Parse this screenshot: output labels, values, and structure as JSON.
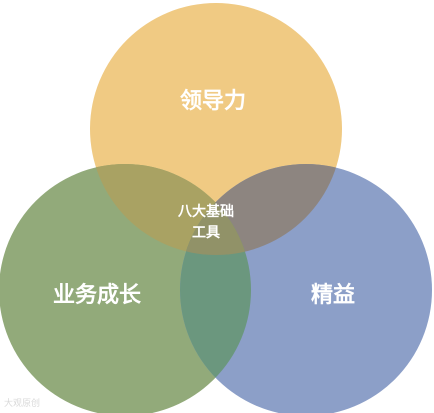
{
  "circles": [
    {
      "label": "领导力",
      "color": "#f0ca83"
    },
    {
      "label": "业务成长",
      "color": "#92aa7a"
    },
    {
      "label": "精益",
      "color": "#8c9fc8"
    }
  ],
  "overlap_colors": {
    "top_left": "#a9a263",
    "top_right": "#8d8580",
    "bottom": "#6b977e",
    "center": "#919268"
  },
  "center_label": {
    "line1": "八大基础",
    "line2": "工具"
  },
  "watermark": "大观原创"
}
